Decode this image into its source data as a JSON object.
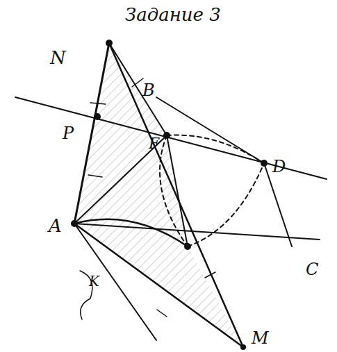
{
  "diagram": {
    "title": "Задание 3",
    "labels": [
      "N",
      "B",
      "P",
      "F",
      "D",
      "A",
      "C",
      "K",
      "M"
    ]
  }
}
